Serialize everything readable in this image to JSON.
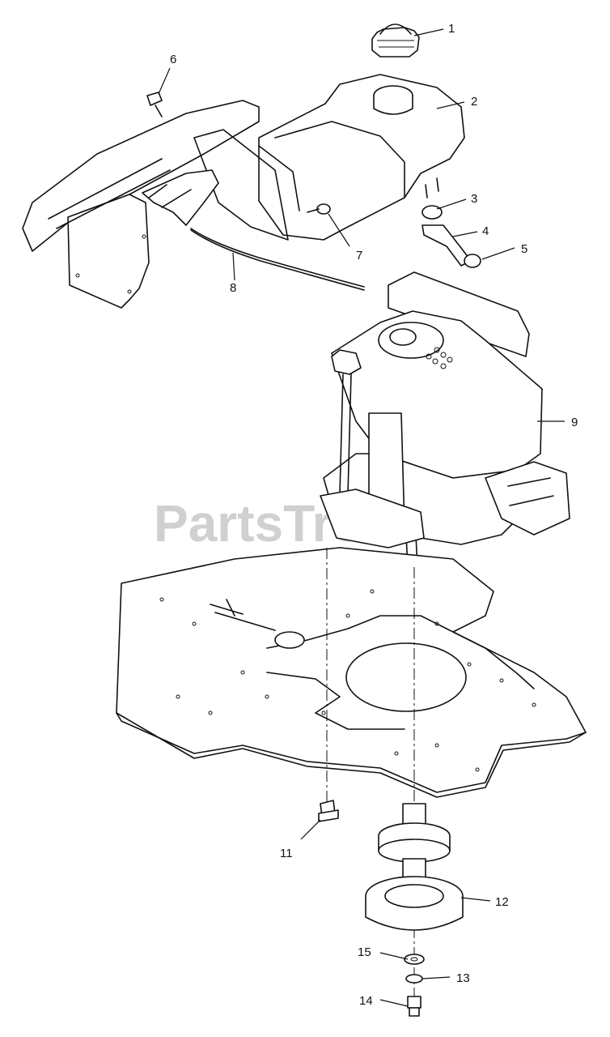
{
  "watermark": "PartsTree",
  "callouts": [
    {
      "id": "1",
      "label": "1"
    },
    {
      "id": "2",
      "label": "2"
    },
    {
      "id": "3",
      "label": "3"
    },
    {
      "id": "4",
      "label": "4"
    },
    {
      "id": "5",
      "label": "5"
    },
    {
      "id": "6",
      "label": "6"
    },
    {
      "id": "7",
      "label": "7"
    },
    {
      "id": "8",
      "label": "8"
    },
    {
      "id": "9",
      "label": "9"
    },
    {
      "id": "11",
      "label": "11"
    },
    {
      "id": "12",
      "label": "12"
    },
    {
      "id": "13",
      "label": "13"
    },
    {
      "id": "14",
      "label": "14"
    },
    {
      "id": "15",
      "label": "15"
    }
  ]
}
